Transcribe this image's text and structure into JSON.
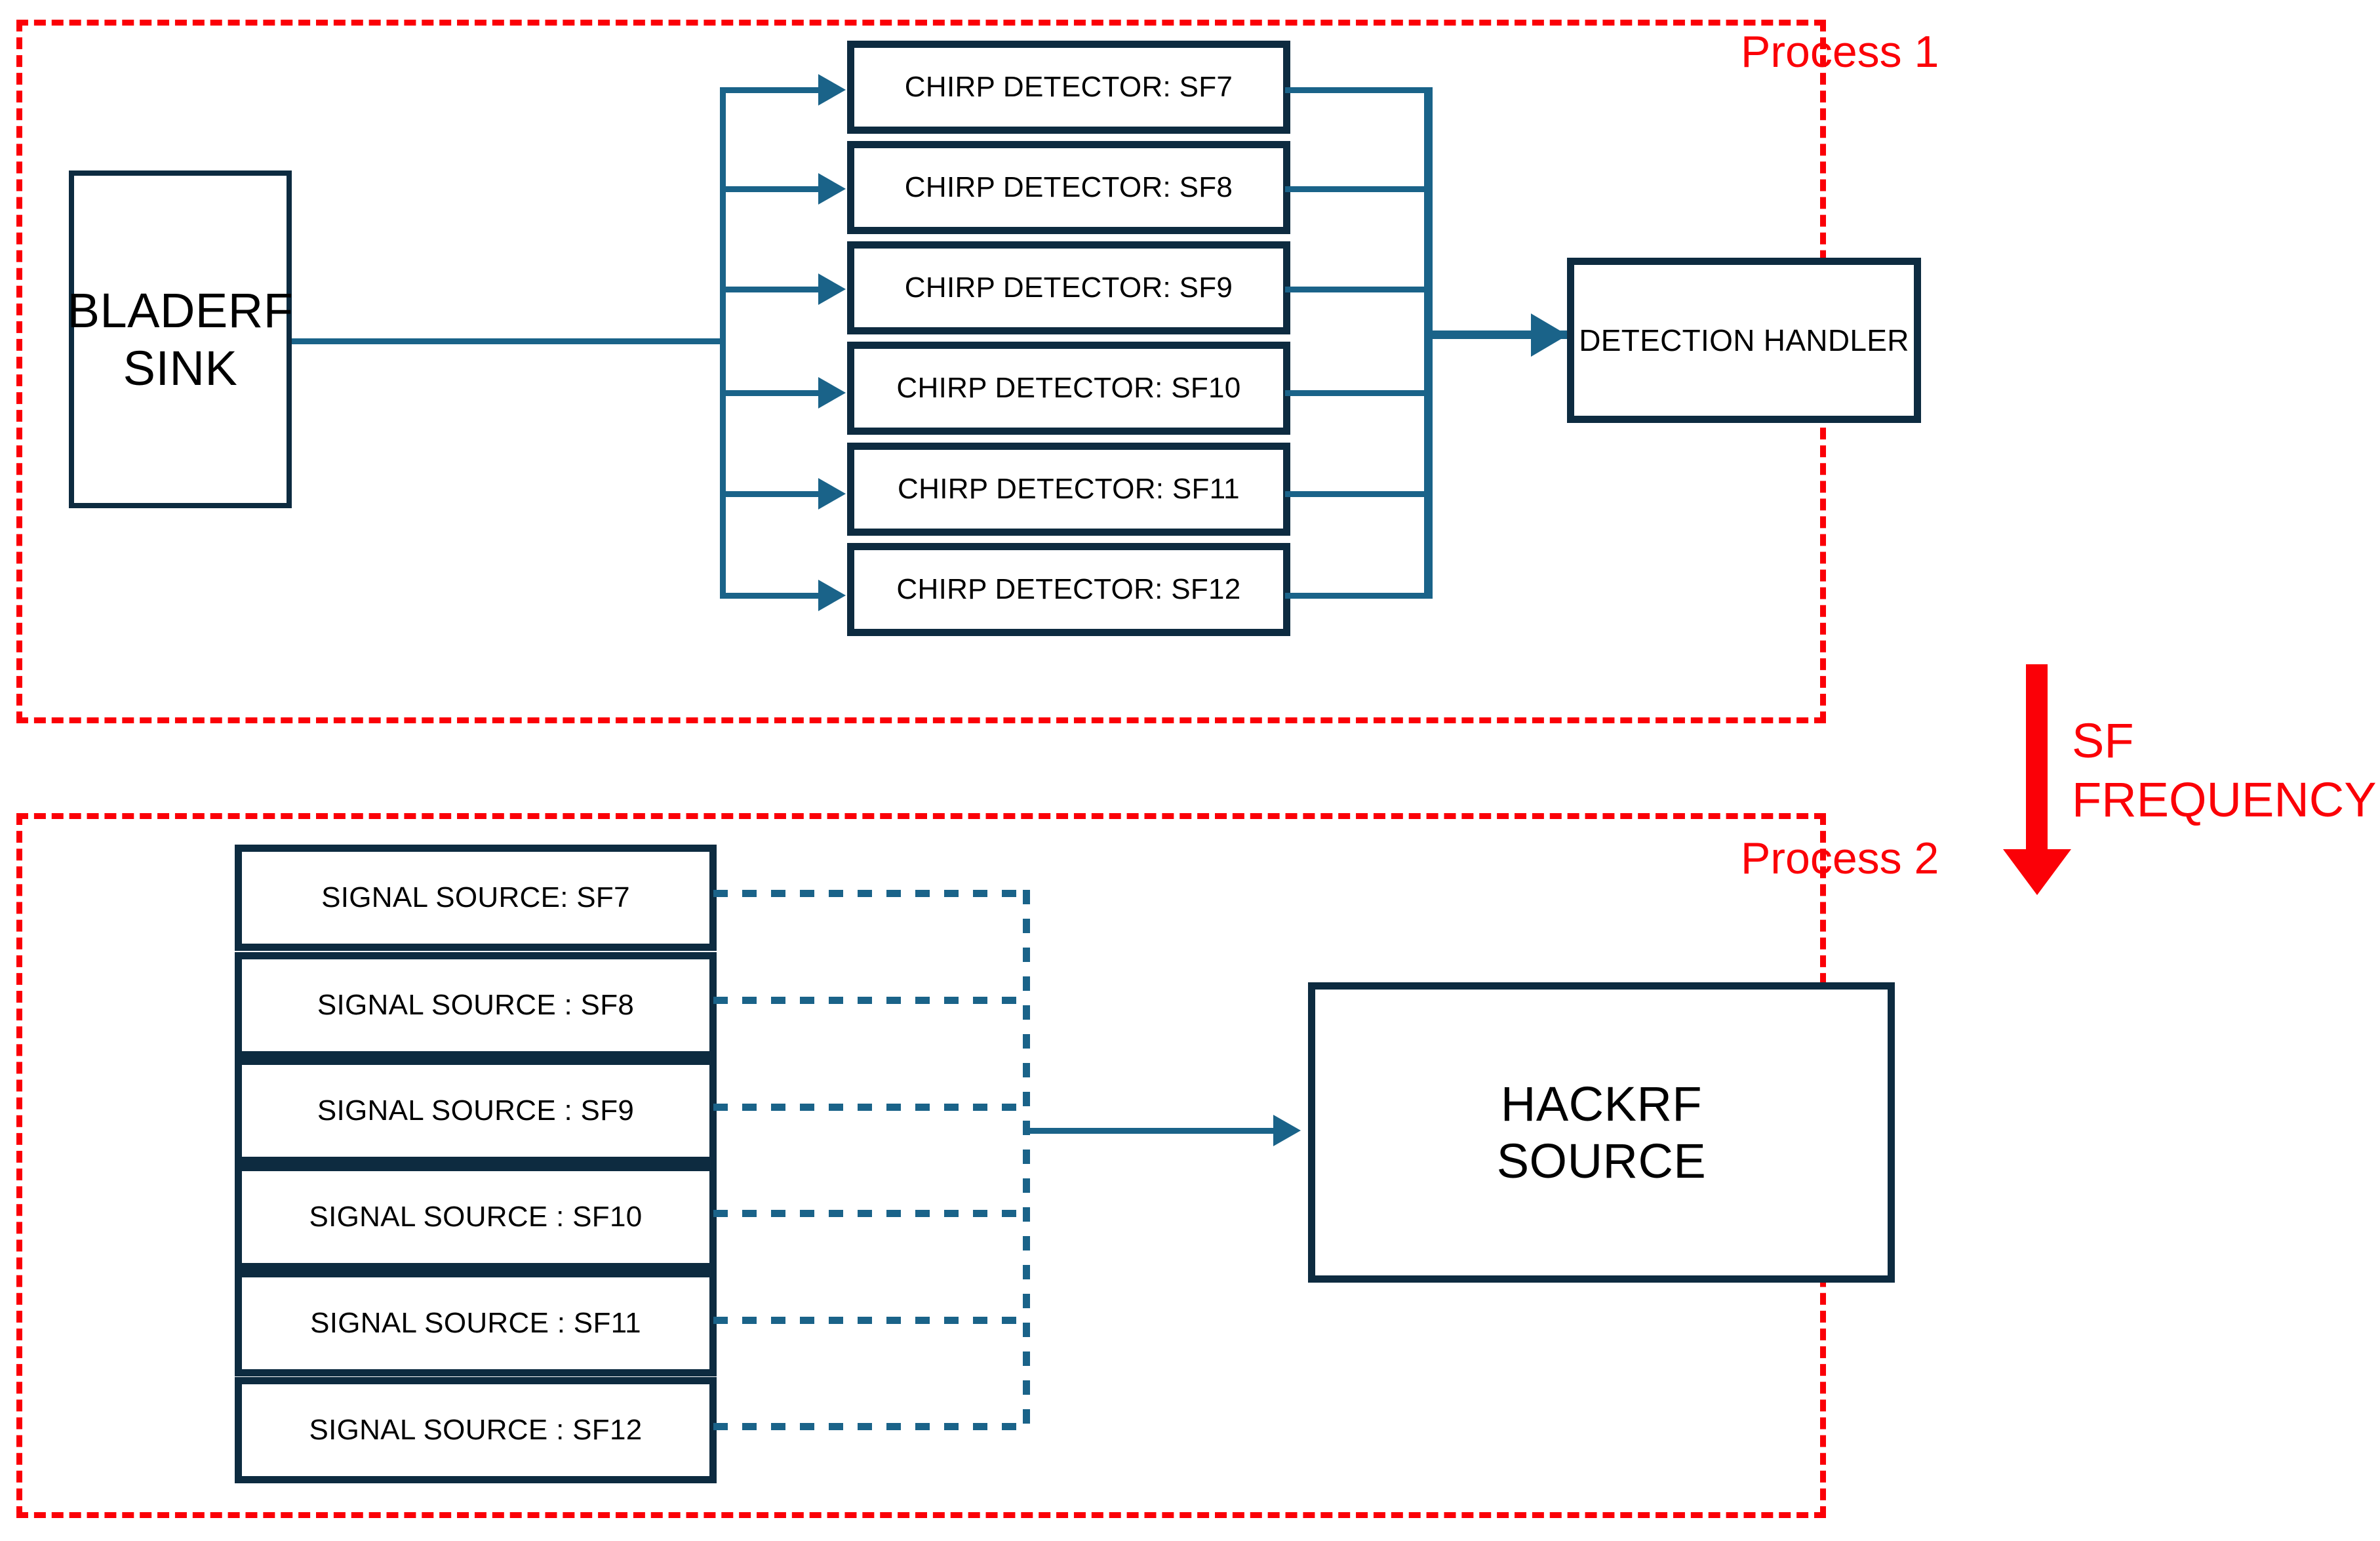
{
  "diagram": {
    "title": "LoRa SDR chirp detection and transmission architecture",
    "colors": {
      "process_border": "#fb0007",
      "node_border": "#0d2b40",
      "wire": "#1a6389",
      "background": "#ffffff",
      "text": "#000000"
    }
  },
  "process1": {
    "label": "Process 1",
    "sink": {
      "line1": "BLADERF",
      "line2": "SINK"
    },
    "detectors": [
      {
        "label": "CHIRP DETECTOR: SF7"
      },
      {
        "label": "CHIRP DETECTOR: SF8"
      },
      {
        "label": "CHIRP DETECTOR: SF9"
      },
      {
        "label": "CHIRP DETECTOR: SF10"
      },
      {
        "label": "CHIRP DETECTOR: SF11"
      },
      {
        "label": "CHIRP DETECTOR: SF12"
      }
    ],
    "handler": {
      "label": "DETECTION HANDLER"
    }
  },
  "process2": {
    "label": "Process 2",
    "sources": [
      {
        "label": "SIGNAL SOURCE: SF7"
      },
      {
        "label": "SIGNAL SOURCE : SF8"
      },
      {
        "label": "SIGNAL SOURCE : SF9"
      },
      {
        "label": "SIGNAL SOURCE : SF10"
      },
      {
        "label": "SIGNAL SOURCE : SF11"
      },
      {
        "label": "SIGNAL SOURCE : SF12"
      }
    ],
    "hackrf": {
      "line1": "HACKRF",
      "line2": "SOURCE"
    }
  },
  "annotation": {
    "sf_frequency_line1": "SF",
    "sf_frequency_line2": "FREQUENCY"
  }
}
